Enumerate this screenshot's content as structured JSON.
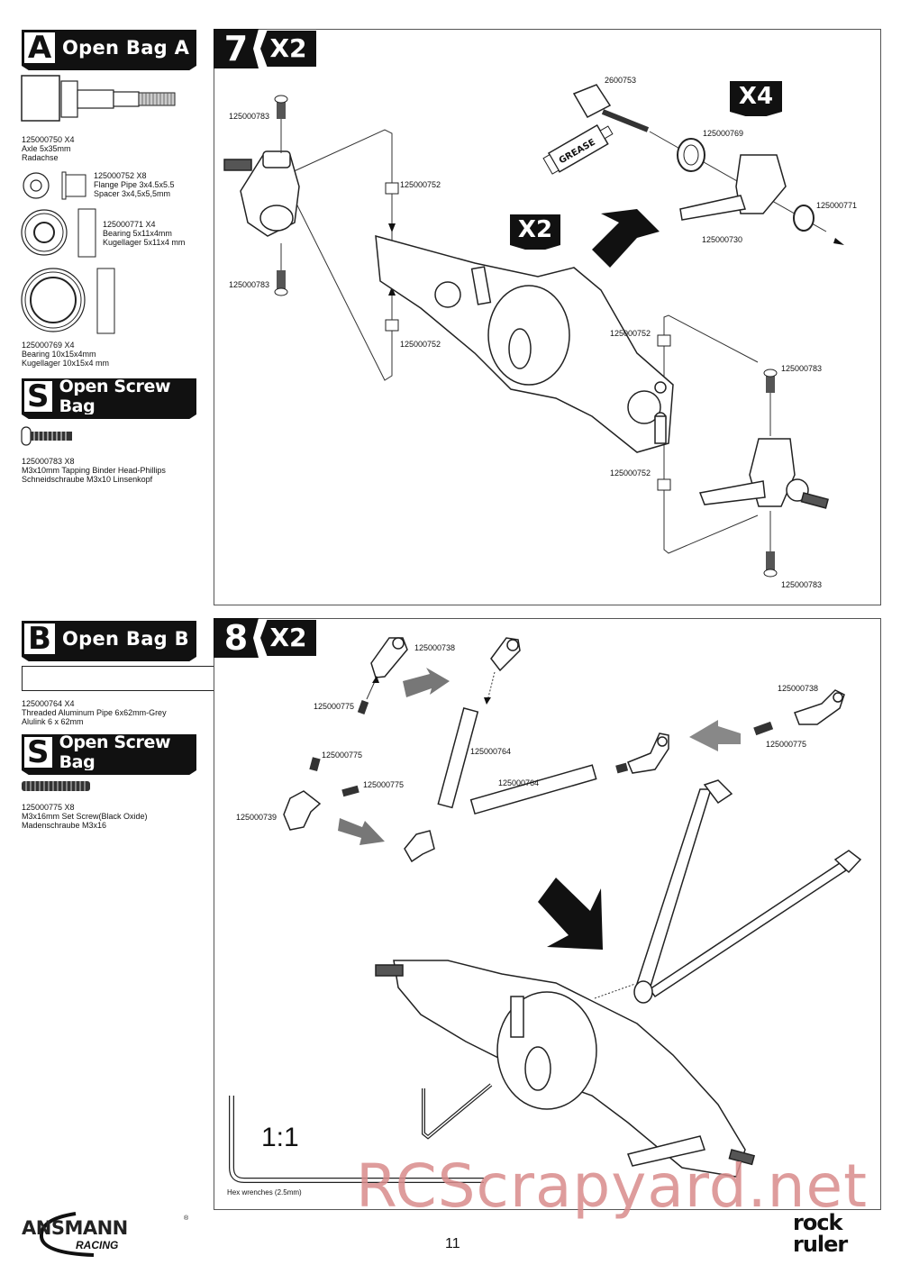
{
  "page": {
    "number": "11",
    "watermark": "RCScrapyard.net",
    "brand_left": {
      "name": "ANSMANN",
      "sub": "RACING",
      "mark": "®"
    },
    "brand_right": {
      "line1": "rock",
      "line2": "ruler"
    }
  },
  "bag_a": {
    "letter": "A",
    "title": "Open Bag A",
    "parts": [
      {
        "code_qty": "125000750  X4",
        "en": "Axle 5x35mm",
        "de": "Radachse"
      },
      {
        "code_qty": "125000752  X8",
        "en": "Flange Pipe 3x4.5x5.5",
        "de": "Spacer 3x4,5x5,5mm"
      },
      {
        "code_qty": "125000771  X4",
        "en": "Bearing 5x11x4mm",
        "de": "Kugellager 5x11x4 mm"
      },
      {
        "code_qty": "125000769  X4",
        "en": "Bearing 10x15x4mm",
        "de": "Kugellager 10x15x4 mm"
      }
    ]
  },
  "screw_bag_1": {
    "letter": "S",
    "title": "Open Screw Bag",
    "parts": [
      {
        "code_qty": "125000783  X8",
        "en": "M3x10mm Tapping Binder Head-Phillips",
        "de": "Schneidschraube M3x10 Linsenkopf"
      }
    ]
  },
  "bag_b": {
    "letter": "B",
    "title": "Open Bag B",
    "parts": [
      {
        "code_qty": "125000764  X4",
        "en": "Threaded Aluminum Pipe 6x62mm-Grey",
        "de": "Alulink 6 x 62mm"
      }
    ]
  },
  "screw_bag_2": {
    "letter": "S",
    "title": "Open Screw Bag",
    "parts": [
      {
        "code_qty": "125000775  X8",
        "en": "M3x16mm Set Screw(Black Oxide)",
        "de": "Madenschraube M3x16"
      }
    ]
  },
  "step7": {
    "number": "7",
    "qty": "X2",
    "sub_badges": [
      "X4",
      "X2"
    ],
    "grease_label": "GREASE",
    "labels": [
      "125000783",
      "125000752",
      "125000783",
      "125000752",
      "2600753",
      "125000769",
      "125000771",
      "125000730",
      "125000752",
      "125000783",
      "125000752",
      "125000783"
    ]
  },
  "step8": {
    "number": "8",
    "qty": "X2",
    "labels": [
      "125000738",
      "125000775",
      "125000764",
      "125000775",
      "125000775",
      "125000739",
      "125000764",
      "125000738",
      "125000775"
    ],
    "scale": "1:1",
    "tool_caption": "Hex wrenches (2.5mm)"
  }
}
